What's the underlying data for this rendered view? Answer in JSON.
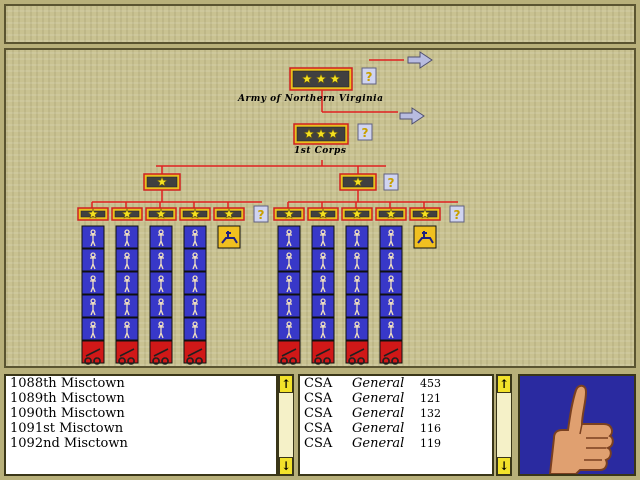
{
  "colors": {
    "frame": "#c9c291",
    "link_line": "#e02020",
    "unit_card_blue": "#3838c8",
    "unit_card_red": "#d01818",
    "command_badge": "#e8c020",
    "question_bg": "#d0d4f0",
    "arrow": "#b8bce0",
    "portrait_bg": "#2a2aa0",
    "scroll_button": "#f2e22a"
  },
  "org_chart": {
    "army_label": "Army of Northern Virginia",
    "corps_label": "1st Corps",
    "help_glyph": "?",
    "division_count": 2,
    "brigades_per_division": [
      5,
      5
    ],
    "regiment_rows": 5,
    "artillery_row": 1,
    "cavalry_icon": "cavalry-rider-icon",
    "infantry_icon": "infantry-soldier-icon",
    "artillery_icon": "cannon-icon"
  },
  "unit_list": {
    "items": [
      "1088th  Misctown",
      "1089th  Misctown",
      "1090th  Misctown",
      "1091st  Misctown",
      "1092nd  Misctown"
    ]
  },
  "general_list": {
    "items": [
      {
        "side": "CSA",
        "title": "General",
        "value": "453"
      },
      {
        "side": "CSA",
        "title": "General",
        "value": "121"
      },
      {
        "side": "CSA",
        "title": "General",
        "value": "132"
      },
      {
        "side": "CSA",
        "title": "General",
        "value": "116"
      },
      {
        "side": "CSA",
        "title": "General",
        "value": "119"
      }
    ]
  },
  "scroll": {
    "up": "↑",
    "down": "↓"
  },
  "portrait": {
    "icon": "thumbs-up-icon"
  }
}
